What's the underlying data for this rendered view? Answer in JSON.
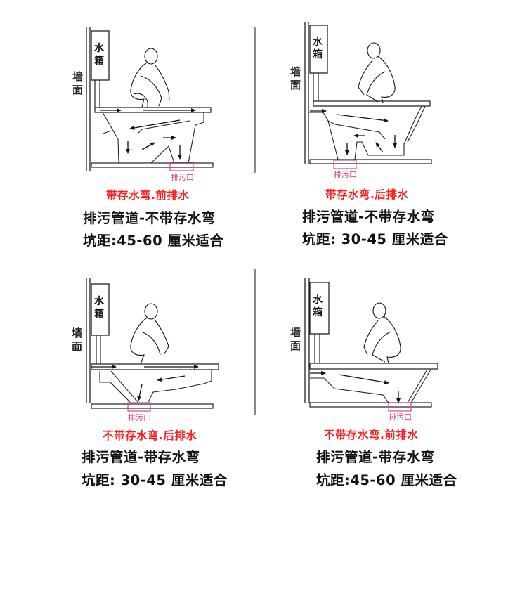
{
  "labels": {
    "tank": "水箱",
    "tank_line1": "水",
    "tank_line2": "箱",
    "wall": "墙面",
    "wall_line1": "墙",
    "wall_line2": "面",
    "outlet": "排污口"
  },
  "colors": {
    "red_caption": "#ff1a1a",
    "outlet_box": "#e0457a",
    "line": "#222222",
    "divider": "#8a8a8a"
  },
  "panels": [
    {
      "id": "top-left",
      "type_label": "带存水弯.前排水",
      "pipe_label": "排污管道-不带存水弯",
      "distance_label": "坑距:45-60 厘米适合"
    },
    {
      "id": "top-right",
      "type_label": "带存水弯.后排水",
      "pipe_label": "排污管道-不带存水弯",
      "distance_label": "坑距: 30-45 厘米适合"
    },
    {
      "id": "bottom-left",
      "type_label": "不带存水弯.后排水",
      "pipe_label": "排污管道-带存水弯",
      "distance_label": "坑距: 30-45 厘米适合"
    },
    {
      "id": "bottom-right",
      "type_label": "不带存水弯.前排水",
      "pipe_label": "排污管道-带存水弯",
      "distance_label": "坑距:45-60 厘米适合"
    }
  ]
}
